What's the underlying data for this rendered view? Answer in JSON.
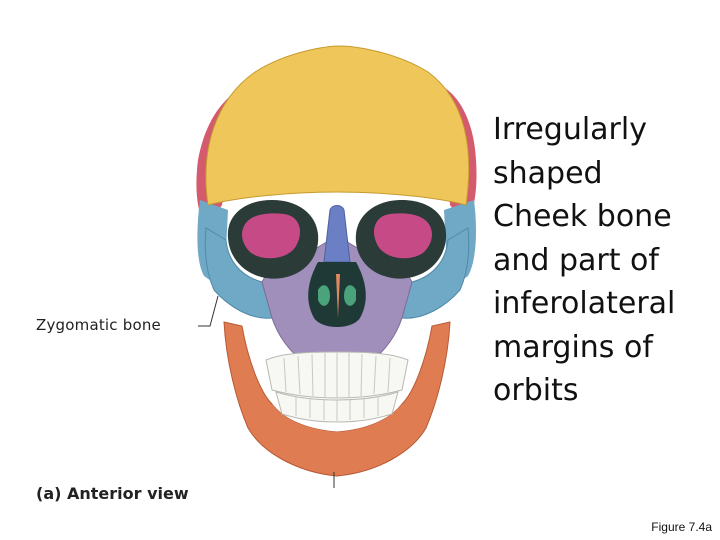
{
  "labels": {
    "zygomatic": "Zygomatic bone",
    "view": "(a) Anterior view"
  },
  "description": [
    "Irregularly",
    "shaped",
    "Cheek bone",
    "and part of",
    "inferolateral",
    "margins of",
    "orbits"
  ],
  "figure": "Figure 7.4a",
  "colors": {
    "frontal": "#eec65a",
    "parietal": "#d45a6e",
    "zygomatic_temporal": "#6fa9c5",
    "maxilla": "#a08fba",
    "mandible": "#e07c52",
    "nasal": "#6b7fc4",
    "orbit_fill": "#c64a86",
    "teeth": "#f7f7f4"
  }
}
